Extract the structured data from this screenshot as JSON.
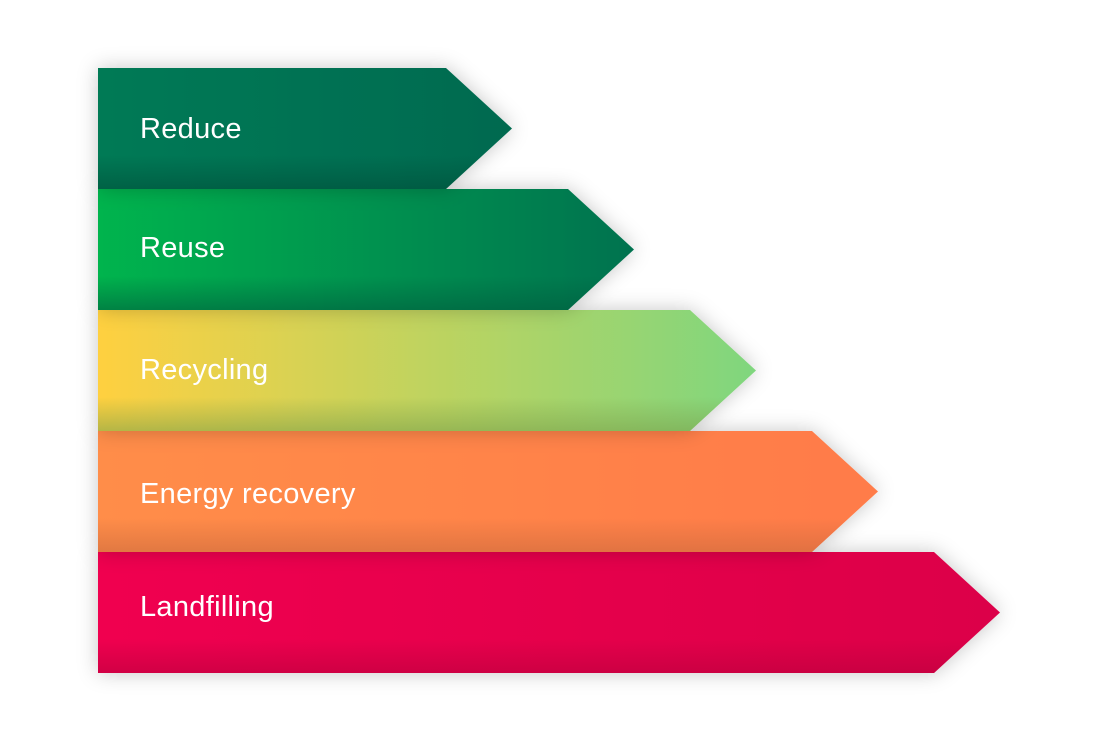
{
  "levels": [
    {
      "label": "Reduce",
      "color_start": "#007A55",
      "color_end": "#006A50",
      "shade": "#004D38"
    },
    {
      "label": "Reuse",
      "color_start": "#00B44E",
      "color_end": "#007250",
      "shade": "#005A3C"
    },
    {
      "label": "Recycling",
      "color_start": "#FFD040",
      "color_end": "#7FD67E",
      "shade": "#7AA04A"
    },
    {
      "label": "Energy recovery",
      "color_start": "#FF8D48",
      "color_end": "#FF7B48",
      "shade": "#C9683C"
    },
    {
      "label": "Landfilling",
      "color_start": "#F00050",
      "color_end": "#DC0048",
      "shade": "#B8003C"
    }
  ]
}
